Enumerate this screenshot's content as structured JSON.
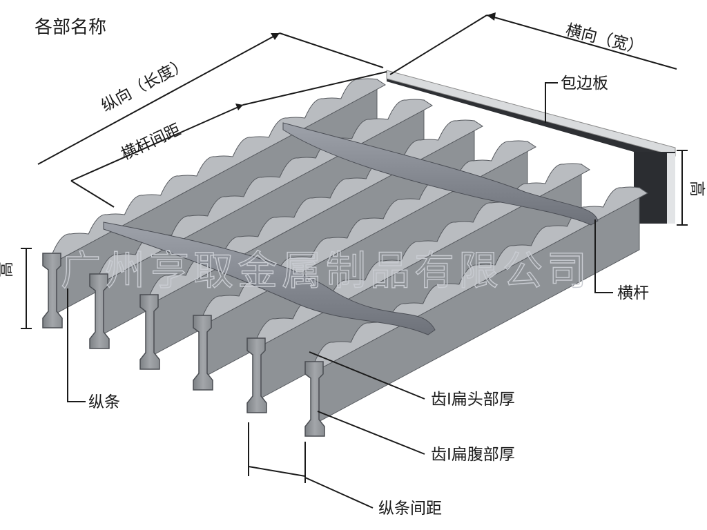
{
  "diagram": {
    "title": "各部名称",
    "watermark": "广州亨取金属制品有限公司",
    "labels": {
      "longitudinal_length": "纵向（长度）",
      "crossbar_spacing": "横杆间距",
      "transverse_width": "横向（宽）",
      "edge_plate": "包边板",
      "height_right": "高",
      "height_left": "高",
      "crossbar": "横杆",
      "bearing_bar": "纵条",
      "tooth_head_thickness": "齿Ⅰ扁头部厚",
      "tooth_web_thickness": "齿Ⅰ扁腹部厚",
      "bearing_bar_spacing": "纵条间距"
    },
    "colors": {
      "bar_face": "#8e9296",
      "bar_top": "#b9bcc0",
      "bar_shadow": "#4a4d52",
      "crossbar": "#8a8e96",
      "edge_plate": "#2e3034",
      "edge_plate_top": "#d9dbdd"
    }
  }
}
